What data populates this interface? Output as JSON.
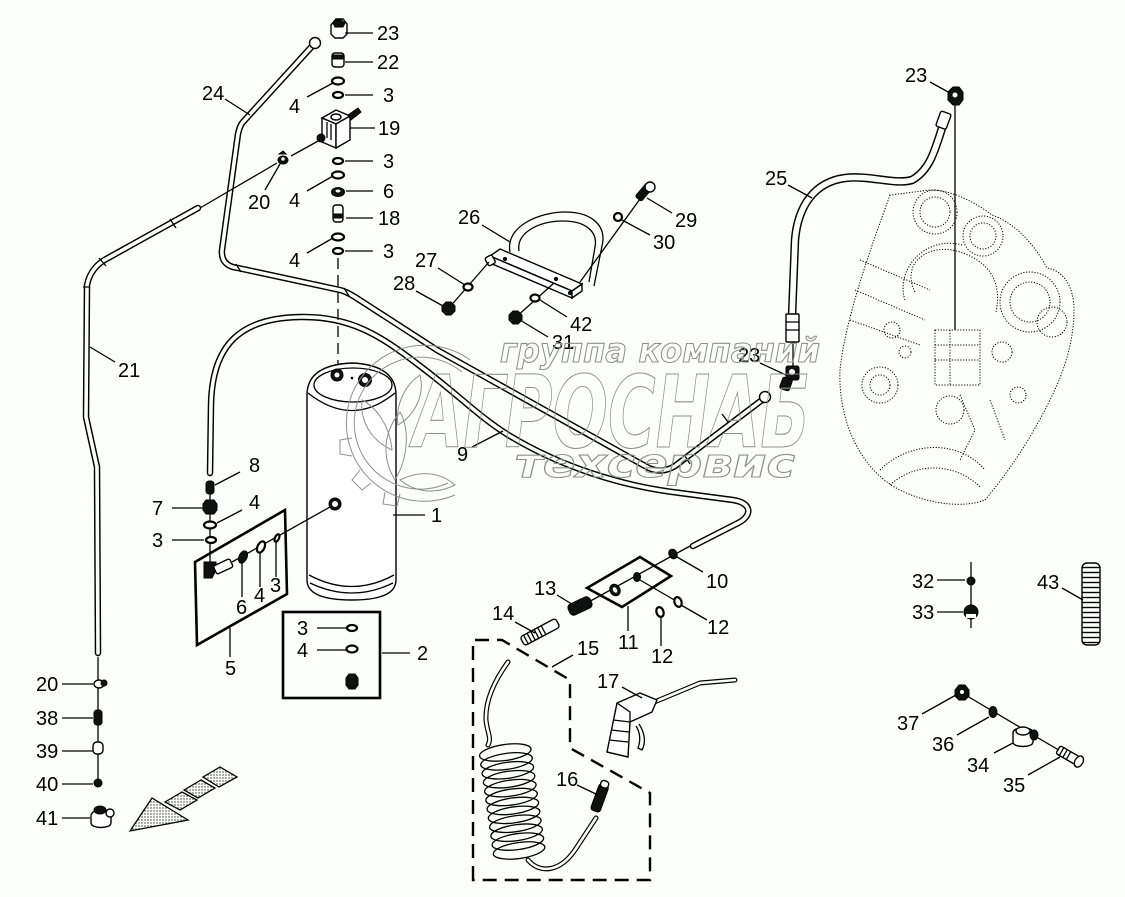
{
  "diagram": {
    "kind": "exploded parts diagram",
    "part_numbers_shown": [
      "1",
      "2",
      "3",
      "4",
      "5",
      "6",
      "7",
      "8",
      "9",
      "10",
      "11",
      "12",
      "13",
      "14",
      "15",
      "16",
      "17",
      "18",
      "19",
      "20",
      "21",
      "22",
      "23",
      "24",
      "25",
      "26",
      "27",
      "28",
      "29",
      "30",
      "31",
      "32",
      "33",
      "34",
      "35",
      "36",
      "37",
      "38",
      "39",
      "40",
      "41",
      "42",
      "43"
    ]
  },
  "callouts": [
    "23",
    "22",
    "4",
    "3",
    "19",
    "3",
    "20",
    "4",
    "6",
    "18",
    "4",
    "3",
    "24",
    "21",
    "26",
    "29",
    "30",
    "27",
    "28",
    "42",
    "31",
    "25",
    "23",
    "23",
    "9",
    "1",
    "8",
    "7",
    "4",
    "3",
    "6",
    "4",
    "3",
    "5",
    "3",
    "4",
    "2",
    "10",
    "13",
    "11",
    "12",
    "12",
    "14",
    "15",
    "17",
    "16",
    "32",
    "33",
    "43",
    "37",
    "36",
    "34",
    "35",
    "20",
    "38",
    "39",
    "40",
    "41"
  ],
  "watermark": {
    "company_group": "группа компаний",
    "brand": "АГРОСНАБ",
    "subtitle": "техсервис"
  }
}
